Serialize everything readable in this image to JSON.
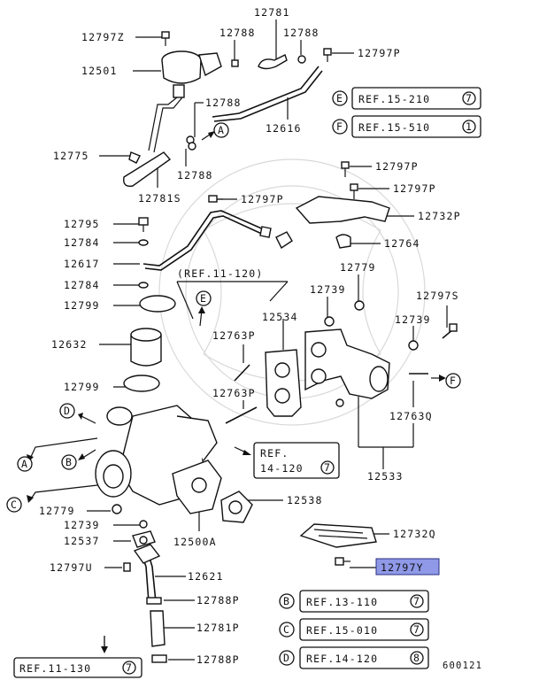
{
  "diagram_id": "600121",
  "highlight_color": "#8f99e8",
  "labels": {
    "p12781": "12781",
    "p12797Z": "12797Z",
    "p12788a": "12788",
    "p12788b": "12788",
    "p12797Pa": "12797P",
    "p12501": "12501",
    "p12788c": "12788",
    "p12616": "12616",
    "p12775": "12775",
    "p12788d": "12788",
    "p12781S": "12781S",
    "p12797Pb": "12797P",
    "p12797Pc": "12797P",
    "p12797Pd": "12797P",
    "p12732P": "12732P",
    "p12795": "12795",
    "p12784a": "12784",
    "p12764": "12764",
    "p12617": "12617",
    "p12779a": "12779",
    "p12784b": "12784",
    "p12739a": "12739",
    "p12797S": "12797S",
    "p12799a": "12799",
    "p12534": "12534",
    "p12739b": "12739",
    "p12632": "12632",
    "p12763Pa": "12763P",
    "p12799b": "12799",
    "p12763Pb": "12763P",
    "p12763Q": "12763Q",
    "p12533": "12533",
    "p12779b": "12779",
    "p12538": "12538",
    "p12739c": "12739",
    "p12732Q": "12732Q",
    "p12537": "12537",
    "p12500A": "12500A",
    "p12797U": "12797U",
    "p12621": "12621",
    "p12797Y": "12797Y",
    "p12788P_a": "12788P",
    "p12781P": "12781P",
    "p12788P_b": "12788P",
    "ref_11_120": "(REF.11-120)",
    "ref_14_120_line1": "REF.",
    "ref_14_120_line2": "14-120",
    "ref_14_120_num": "7",
    "ref_11_130": "REF.11-130",
    "ref_11_130_num": "7"
  },
  "ref_table": [
    {
      "letter": "E",
      "text": "REF.15-210",
      "num": "7"
    },
    {
      "letter": "F",
      "text": "REF.15-510",
      "num": "1"
    },
    {
      "letter": "B",
      "text": "REF.13-110",
      "num": "7"
    },
    {
      "letter": "C",
      "text": "REF.15-010",
      "num": "7"
    },
    {
      "letter": "D",
      "text": "REF.14-120",
      "num": "8"
    }
  ],
  "callouts": {
    "A1": "A",
    "A2": "A",
    "B1": "B",
    "C1": "C",
    "D1": "D",
    "E1": "E",
    "F1": "F"
  }
}
